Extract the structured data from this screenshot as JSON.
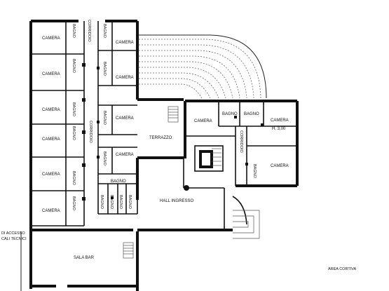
{
  "labels": {
    "camera": "CAMERA",
    "bagno": "BAGNO",
    "corridoio": "CORRIDOIO",
    "terrazzo": "TERRAZZO",
    "hall": "HALL INGRESSO",
    "camera_h300_line1": "CAMERA",
    "camera_h300_line2": "H. 3,00",
    "sala_bar": "SALA BAR",
    "area_cortiva": "AREA CORTIVA",
    "accesso_line1": "DI ACCESSO",
    "accesso_line2": "CALI TECNICI"
  }
}
